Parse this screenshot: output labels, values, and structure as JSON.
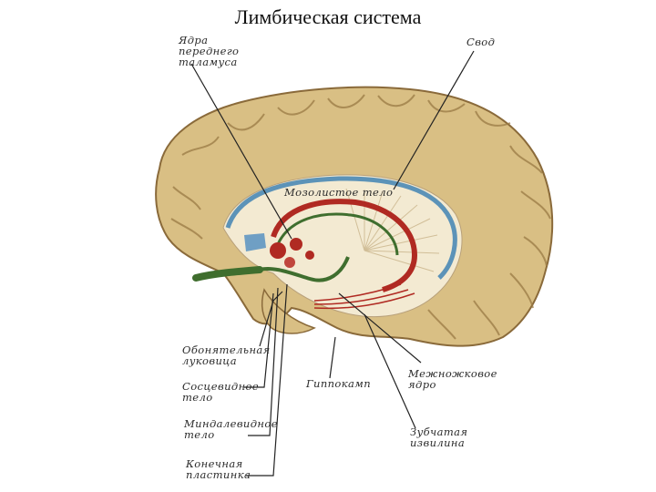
{
  "title": "Лимбическая система",
  "labels": {
    "thalamic_nuclei": [
      "Ядра",
      "переднего",
      "таламуса"
    ],
    "fornix": [
      "Свод"
    ],
    "corpus_callosum": [
      "Мозолистое тело"
    ],
    "olfactory_bulb": [
      "Обонятельная",
      "луковица"
    ],
    "mammillary_body": [
      "Сосцевидное",
      "тело"
    ],
    "amygdala": [
      "Миндалевидное",
      "тело"
    ],
    "lamina_terminalis": [
      "Конечная",
      "пластинка"
    ],
    "hippocampus": [
      "Гиппокамп"
    ],
    "interpeduncular_nucleus": [
      "Межножковое",
      "ядро"
    ],
    "dentate_gyrus": [
      "Зубчатая",
      "извилина"
    ]
  },
  "colors": {
    "cortex": "#d9bf84",
    "cortex_dark": "#8a6a3a",
    "inner": "#f3ead2",
    "callosum_line": "#5c93b8",
    "limbic_red": "#b02a22",
    "limbic_green": "#3f6e2e",
    "blue_area": "#6f9fc4"
  }
}
